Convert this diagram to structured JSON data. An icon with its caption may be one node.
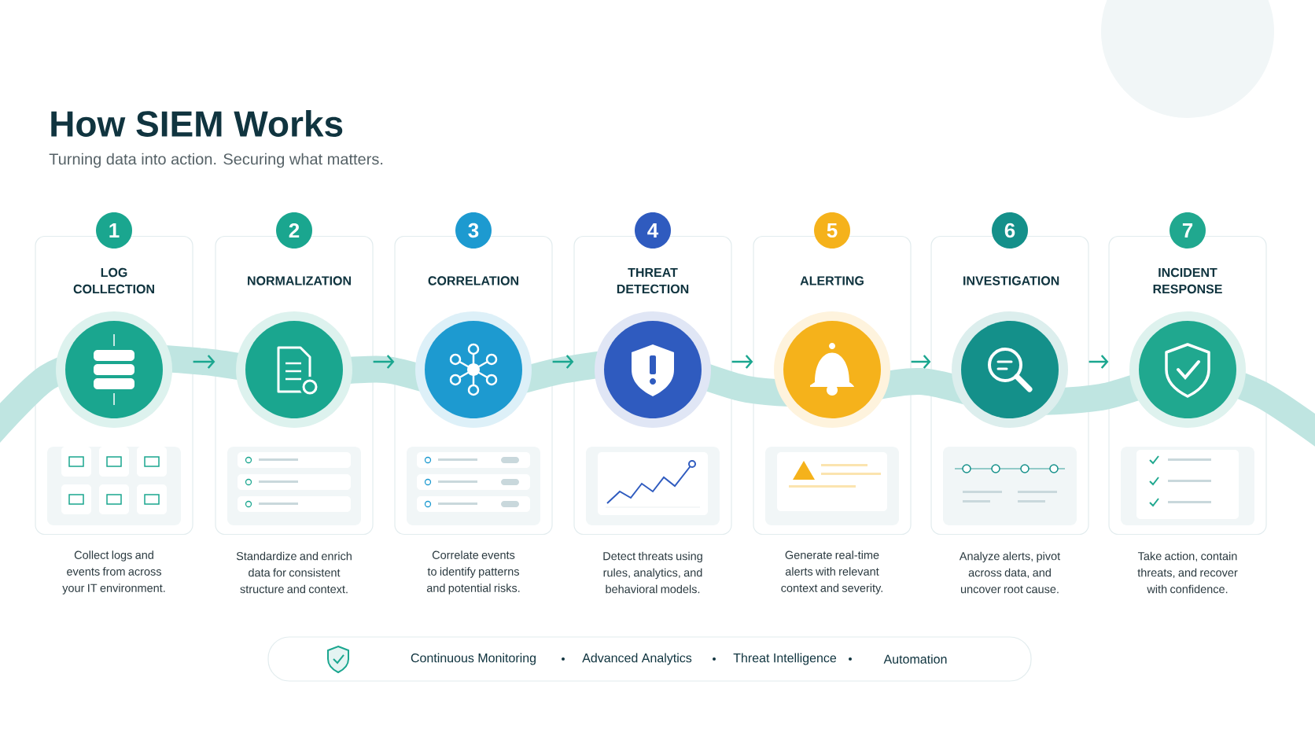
{
  "diagram": {
    "title": "How SIEM Works",
    "nodes": [
      {
        "text": [
          "1",
          "LOG COLLECTION"
        ],
        "beside": [
          "Collect logs and events from across your IT environment."
        ]
      },
      {
        "text": [
          "2",
          "NORMALIZATION"
        ],
        "beside": [
          "Standardize and enrich data for consistent structure and context."
        ]
      },
      {
        "text": [
          "3",
          "CORRELATION"
        ],
        "beside": [
          "Correlate events to identify patterns and potential risks."
        ]
      },
      {
        "text": [
          "4",
          "THREAT DETECTION"
        ],
        "beside": [
          "Detect threats using rules, analytics, and behavioral models."
        ]
      },
      {
        "text": [
          "5",
          "ALERTING"
        ],
        "beside": [
          "Generate real-time alerts with relevant context and severity."
        ]
      },
      {
        "text": [
          "6",
          "INVESTIGATION"
        ],
        "beside": [
          "Analyze alerts, pivot across data, and uncover root cause."
        ]
      },
      {
        "text": [
          "7",
          "INCIDENT RESPONSE"
        ],
        "beside": [
          "Take action, contain threats, and recover with confidence."
        ]
      },
      {
        "text": [
          "Continuous Monitoring",
          "Advanced Analytics",
          "Threat Intelligence",
          "Automation"
        ]
      }
    ],
    "edges": [
      {
        "from": 0,
        "to": 1,
        "arrow": "to"
      },
      {
        "from": 1,
        "to": 2,
        "arrow": "to"
      },
      {
        "from": 2,
        "to": 3,
        "arrow": "to"
      },
      {
        "from": 3,
        "to": 4,
        "arrow": "to"
      },
      {
        "from": 4,
        "to": 5,
        "arrow": "to"
      },
      {
        "from": 5,
        "to": 6,
        "arrow": "to"
      }
    ],
    "labels": [
      "Turning data into action. Securing what matters."
    ]
  }
}
